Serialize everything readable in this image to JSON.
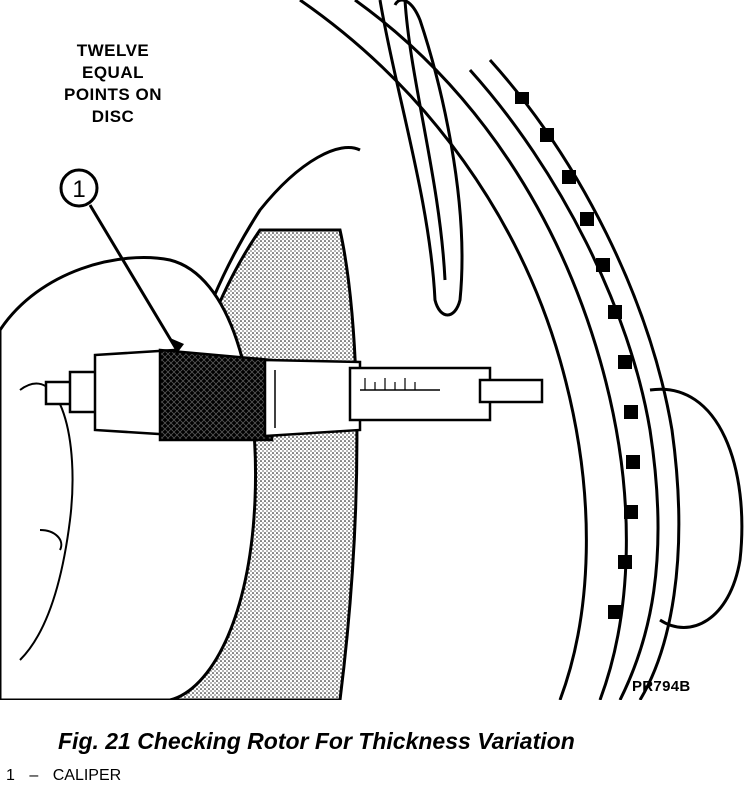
{
  "figure": {
    "callout_text": "TWELVE\nEQUAL\nPOINTS ON\nDISC",
    "callout_number": "1",
    "ref_code": "PR794B",
    "caption": "Fig. 21 Checking Rotor For Thickness Variation"
  },
  "legend": {
    "items": [
      {
        "number": "1",
        "dash": "–",
        "label": "CALIPER"
      }
    ]
  }
}
